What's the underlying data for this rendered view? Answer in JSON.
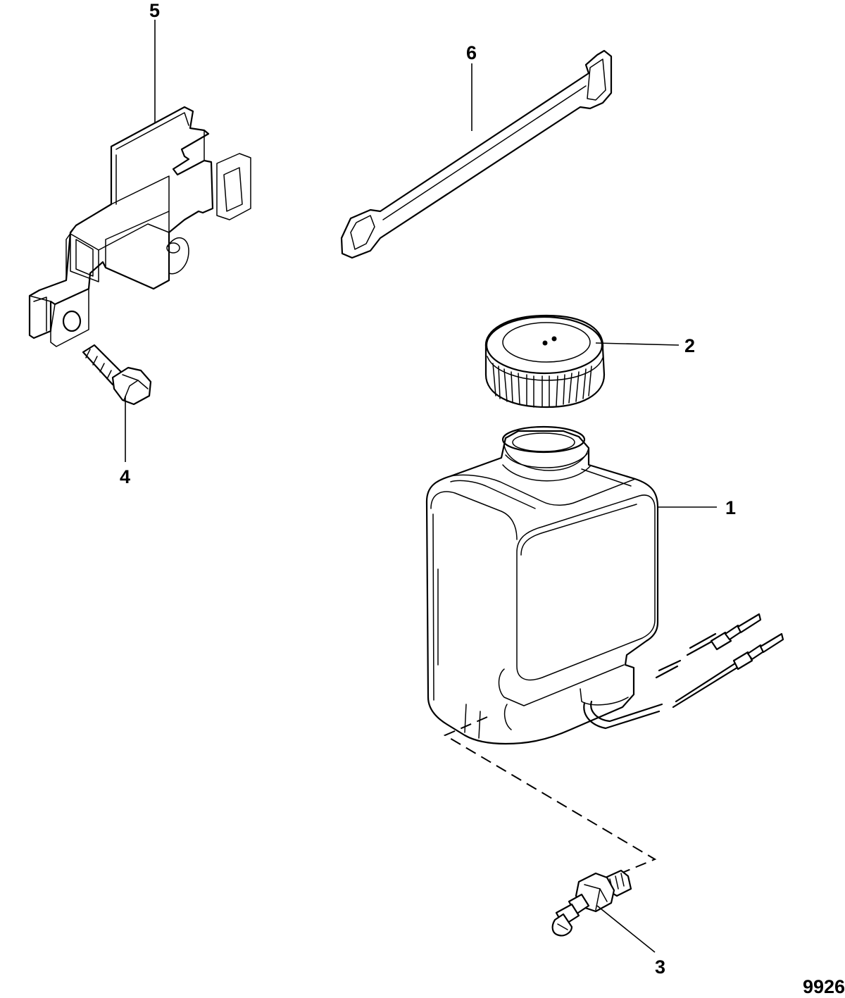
{
  "callouts": [
    {
      "id": "1",
      "label": "1"
    },
    {
      "id": "2",
      "label": "2"
    },
    {
      "id": "3",
      "label": "3"
    },
    {
      "id": "4",
      "label": "4"
    },
    {
      "id": "5",
      "label": "5"
    },
    {
      "id": "6",
      "label": "6"
    }
  ],
  "figure_number": "9926",
  "colors": {
    "line": "#000000",
    "background": "#ffffff"
  }
}
